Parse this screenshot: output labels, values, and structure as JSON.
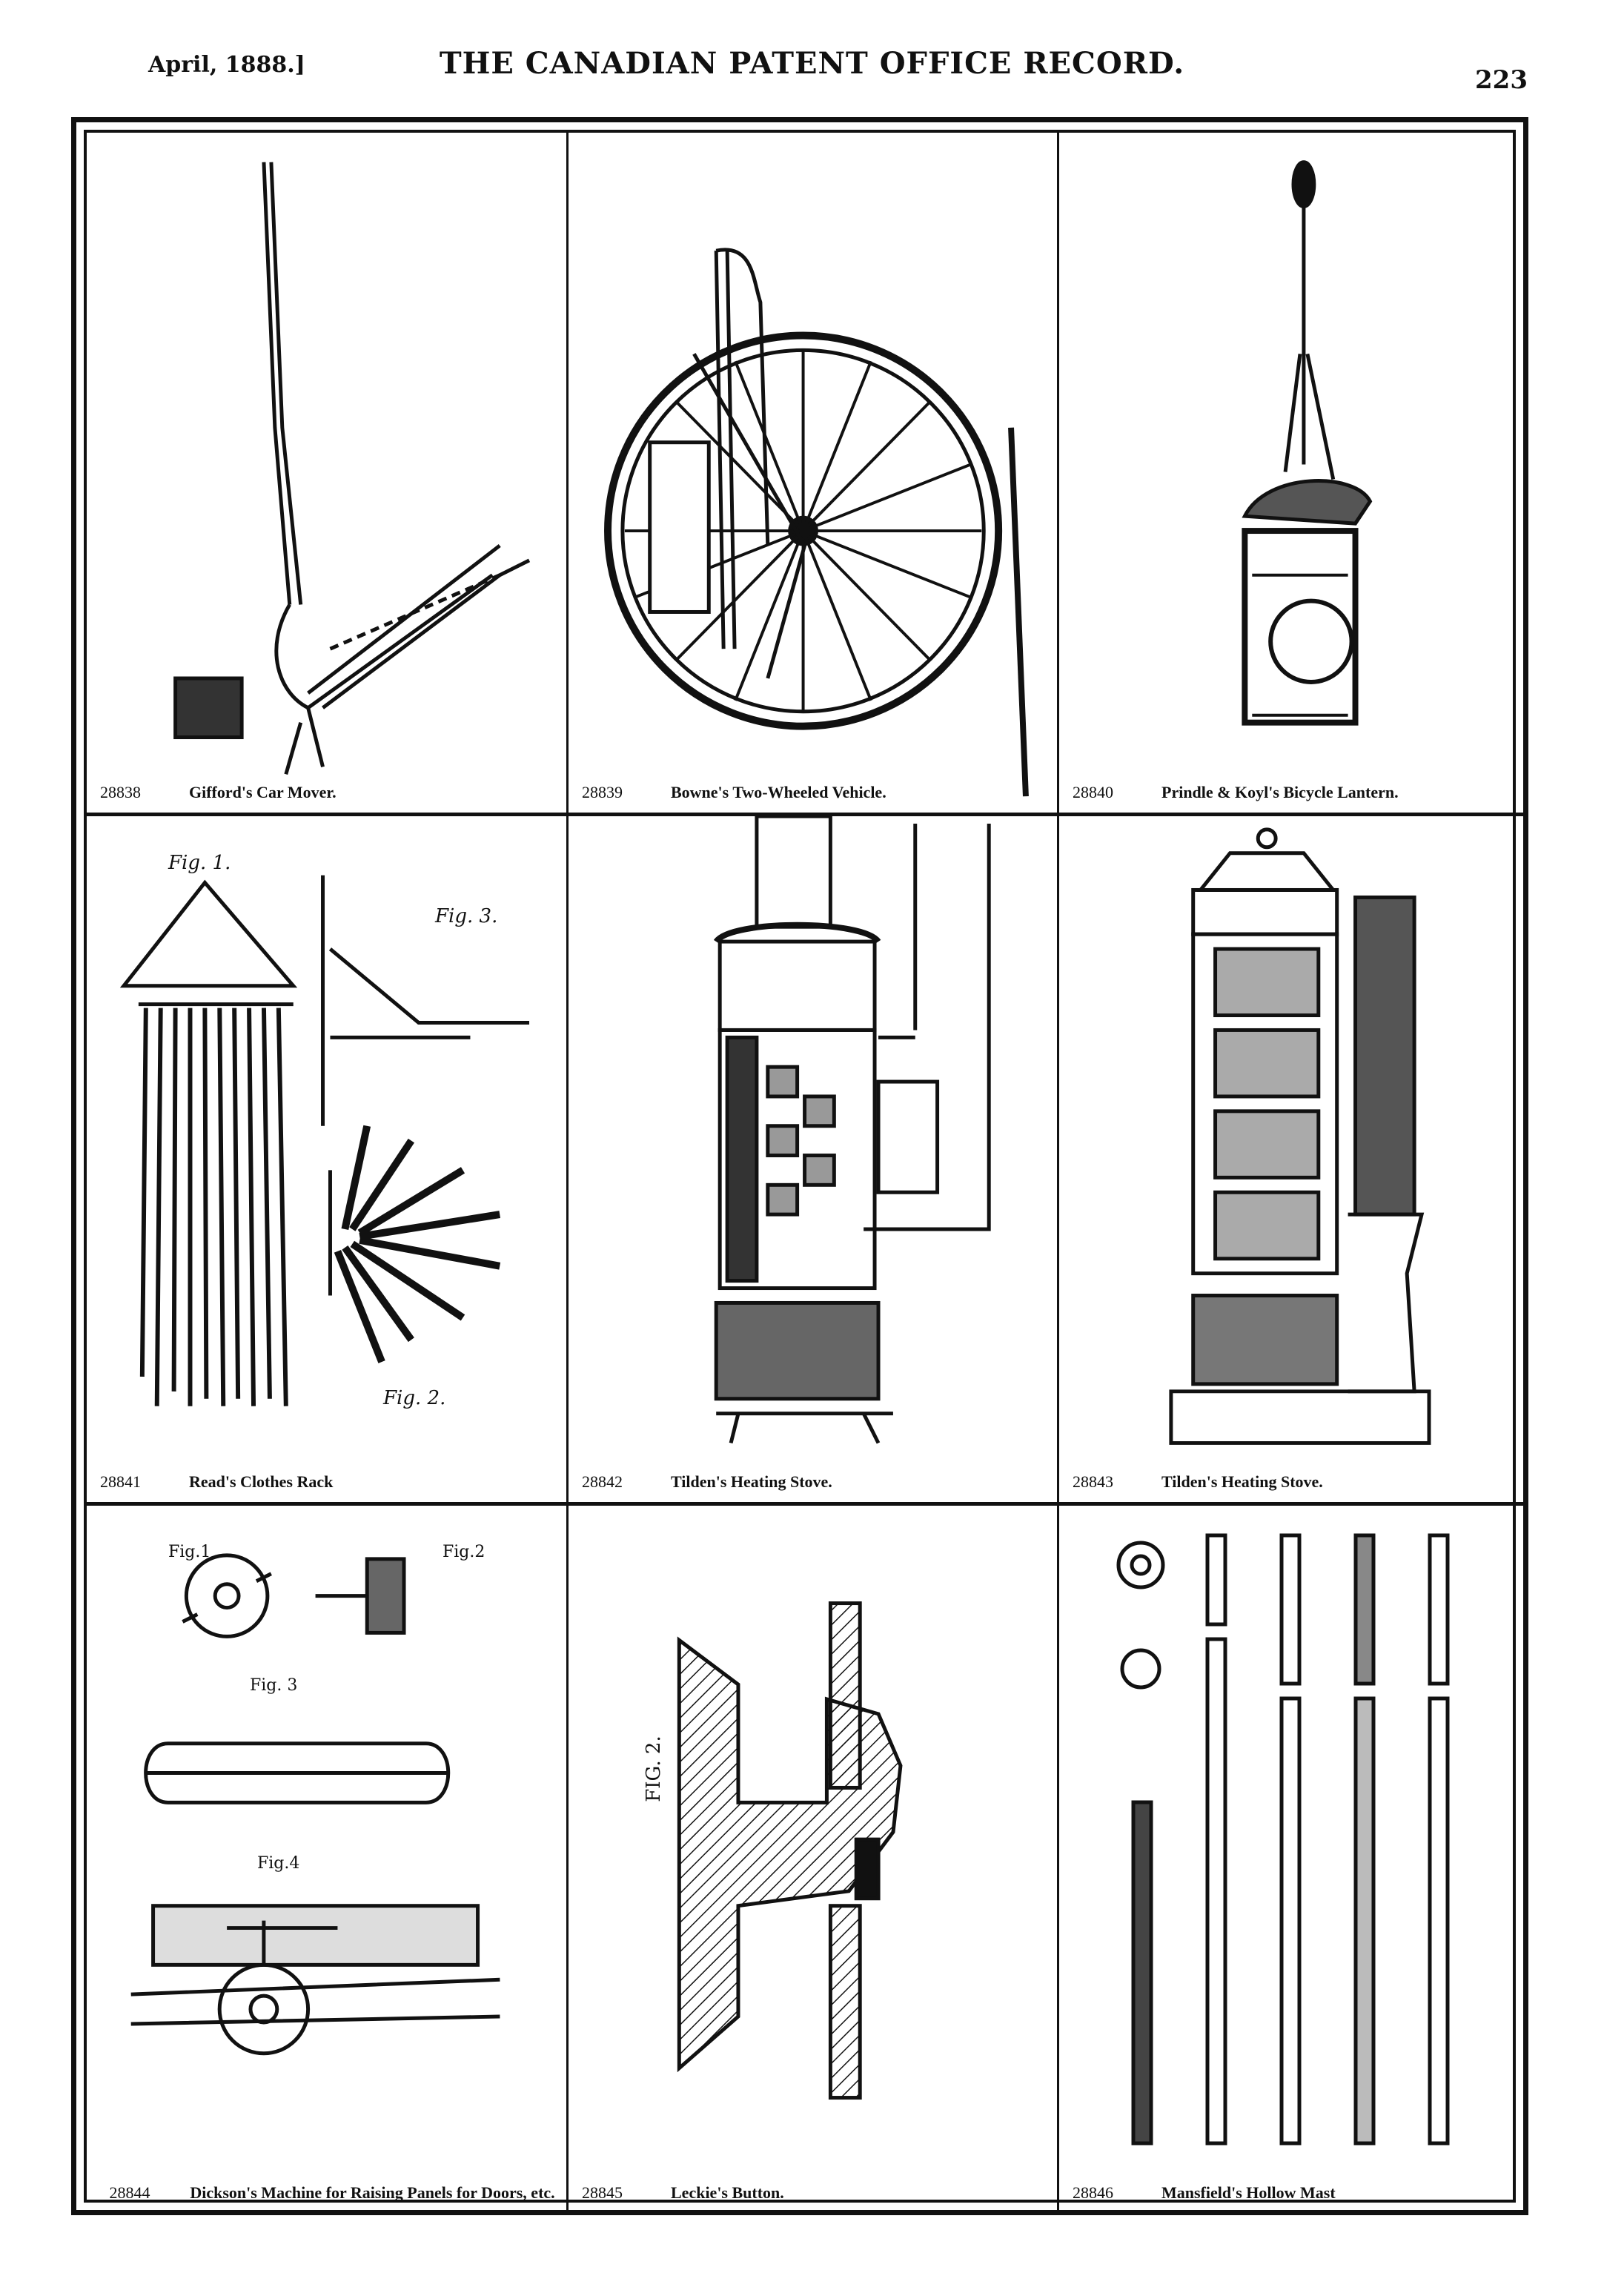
{
  "header": {
    "date": "April, 1888.]",
    "title": "THE CANADIAN PATENT OFFICE RECORD.",
    "page_number": "223"
  },
  "patents": [
    {
      "number": "28838",
      "title": "Gifford's Car Mover."
    },
    {
      "number": "28839",
      "title": "Bowne's Two-Wheeled Vehicle."
    },
    {
      "number": "28840",
      "title": "Prindle & Koyl's Bicycle Lantern."
    },
    {
      "number": "28841",
      "title": "Read's Clothes Rack"
    },
    {
      "number": "28842",
      "title": "Tilden's Heating Stove."
    },
    {
      "number": "28843",
      "title": "Tilden's Heating Stove."
    },
    {
      "number": "28844",
      "title": "Dickson's Machine for Raising Panels for Doors, etc."
    },
    {
      "number": "28845",
      "title": "Leckie's Button."
    },
    {
      "number": "28846",
      "title": "Mansfield's Hollow Mast"
    }
  ],
  "figure_labels": {
    "read": [
      "Fig. 1.",
      "Fig. 3.",
      "Fig. 2."
    ],
    "dickson": [
      "Fig.1",
      "Fig.2",
      "Fig. 3",
      "Fig.4"
    ],
    "leckie": [
      "FIG. 2."
    ]
  }
}
